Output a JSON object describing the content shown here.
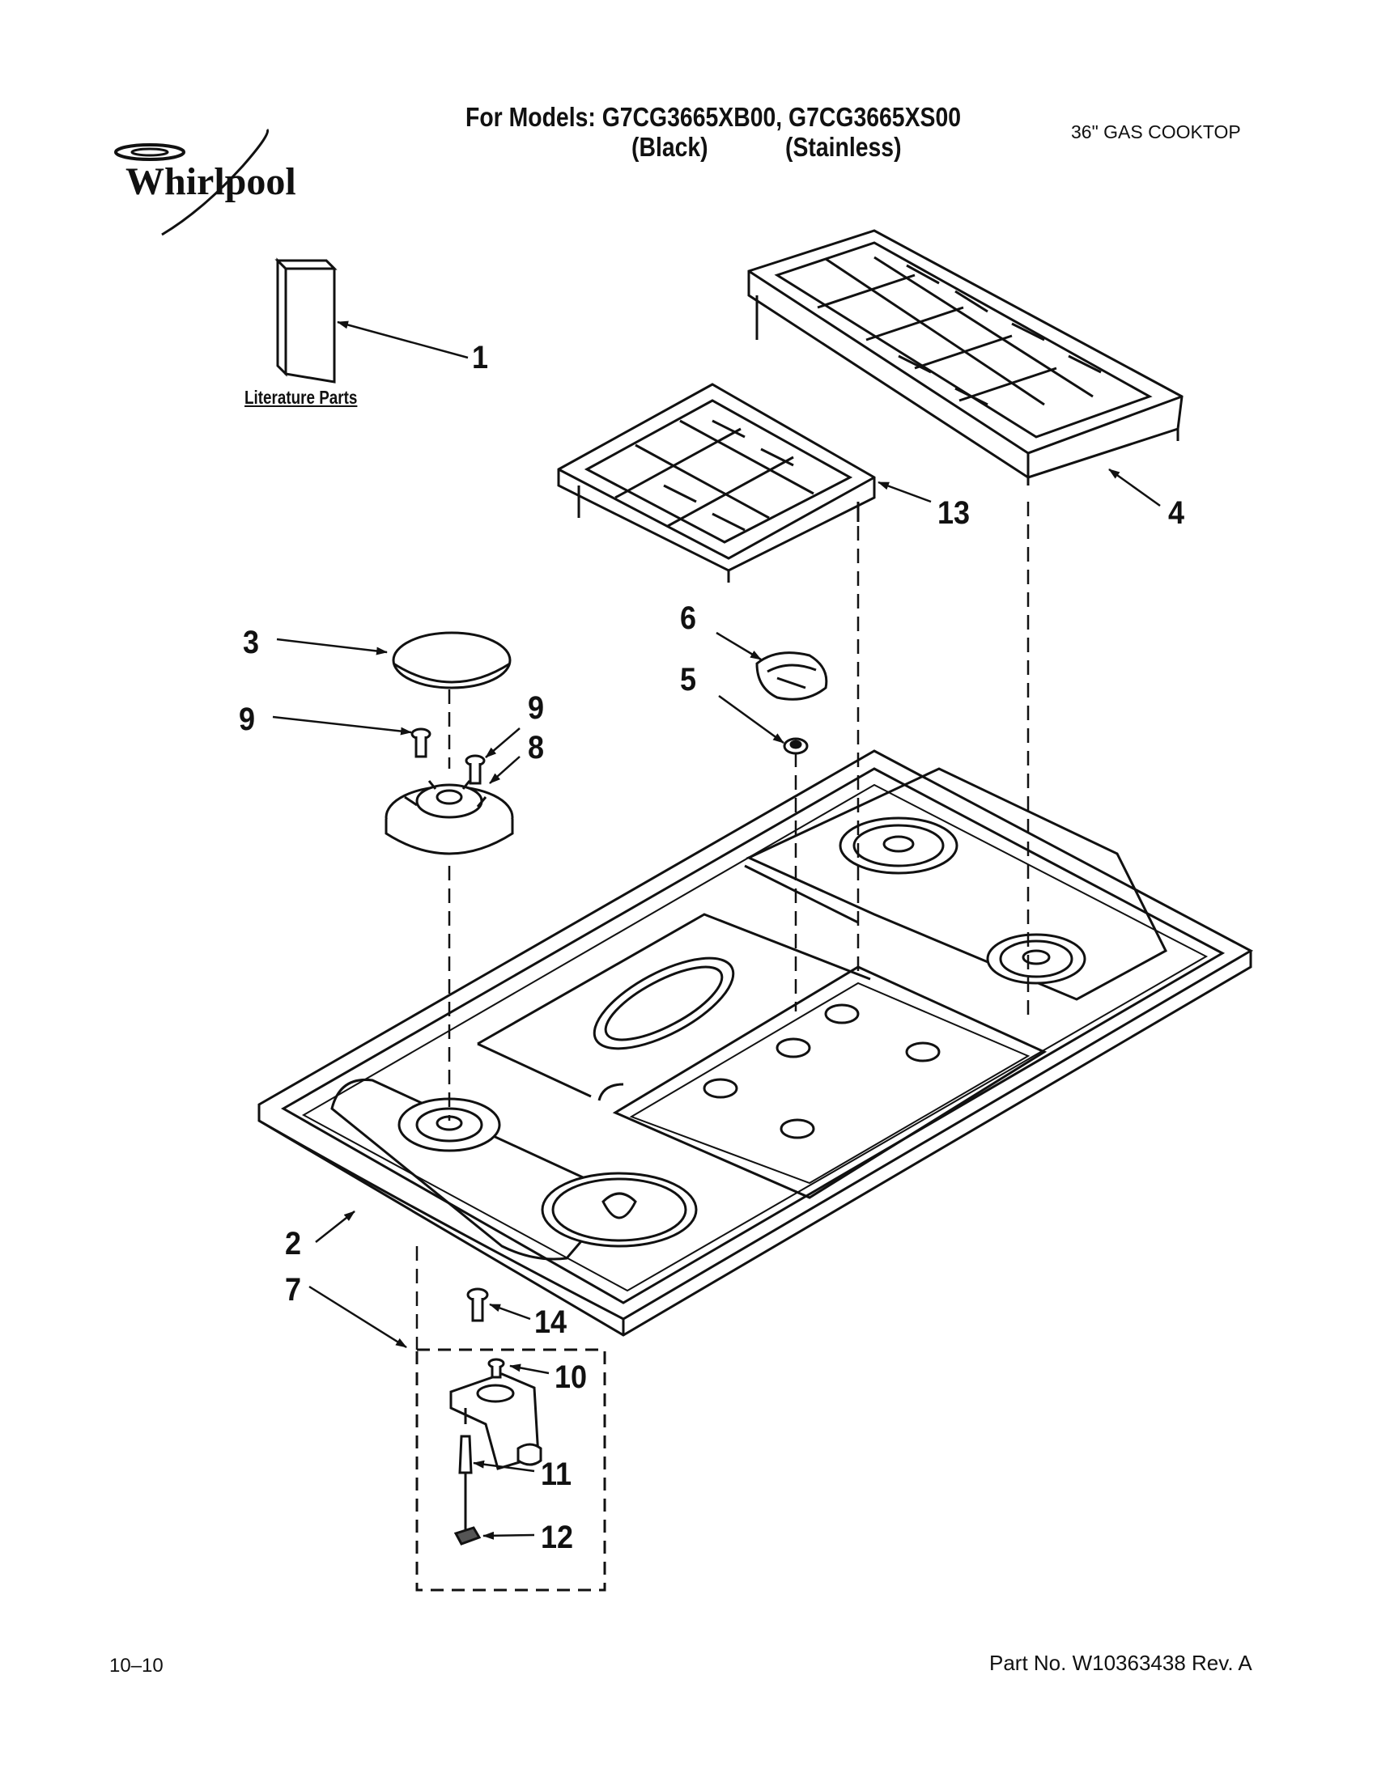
{
  "header": {
    "models_line": "For Models: G7CG3665XB00, G7CG3665XS00",
    "finish_black": "(Black)",
    "finish_stainless": "(Stainless)",
    "product": "36\" GAS COOKTOP",
    "brand": "Whirlpool"
  },
  "literature_label": "Literature Parts",
  "callouts": {
    "c1": "1",
    "c2": "2",
    "c3": "3",
    "c4": "4",
    "c5": "5",
    "c6": "6",
    "c7": "7",
    "c8": "8",
    "c9a": "9",
    "c9b": "9",
    "c10": "10",
    "c11": "11",
    "c12": "12",
    "c13": "13",
    "c14": "14"
  },
  "footer": {
    "date": "10–10",
    "part_no": "Part No. W10363438 Rev. A"
  }
}
